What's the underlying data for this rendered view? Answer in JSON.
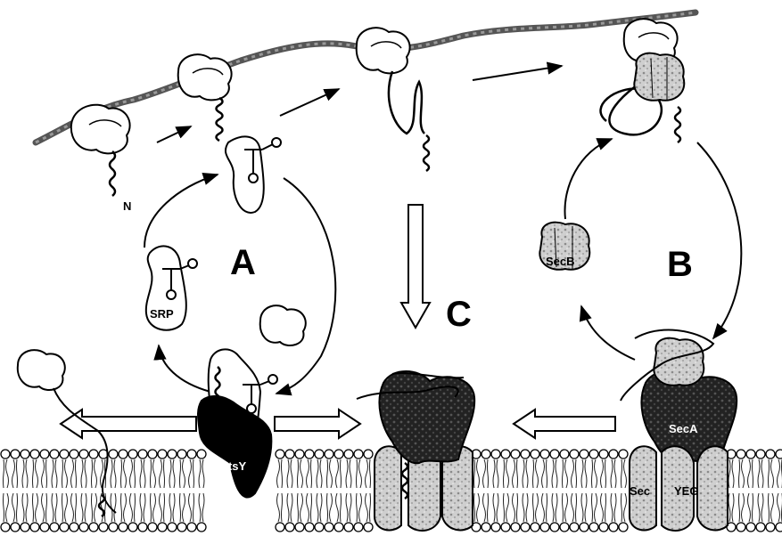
{
  "labels": {
    "pathway_a": "A",
    "pathway_b": "B",
    "pathway_c": "C",
    "n_terminus": "N",
    "srp": "SRP",
    "ftsy": "FtsY",
    "secb": "SecB",
    "seca": "SecA",
    "sec": "Sec",
    "yeg": "YEG"
  },
  "colors": {
    "membrane_head": "#ffffff",
    "mrna": "#555555",
    "ftsy": "#000000",
    "seca": "#1a1a1a",
    "secb": "#c8c8c8",
    "secyeg": "#d0d0d0"
  }
}
